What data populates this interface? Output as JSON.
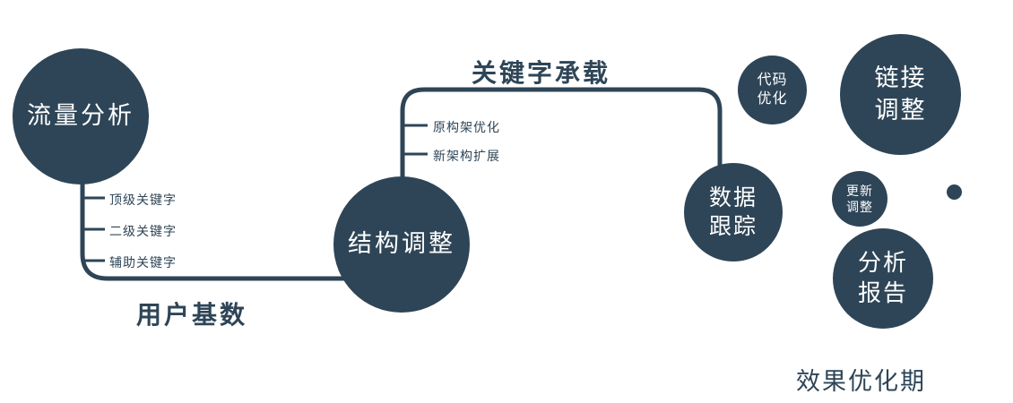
{
  "colors": {
    "primary": "#2e4557",
    "background": "#ffffff",
    "node_text": "#ffffff"
  },
  "nodes": {
    "traffic": {
      "label": "流量分析"
    },
    "structure": {
      "label": "结构调整"
    },
    "tracking": {
      "line1": "数据",
      "line2": "跟踪"
    },
    "code": {
      "line1": "代码",
      "line2": "优化"
    },
    "link": {
      "line1": "链接",
      "line2": "调整"
    },
    "update": {
      "line1": "更新",
      "line2": "调整"
    },
    "report": {
      "line1": "分析",
      "line2": "报告"
    }
  },
  "edges": {
    "user_base": "用户基数",
    "keyword_bearing": "关键字承载"
  },
  "branches": {
    "left": [
      "顶级关键字",
      "二级关键字",
      "辅助关键字"
    ],
    "mid": [
      "原构架优化",
      "新架构扩展"
    ]
  },
  "footer": "效果优化期"
}
